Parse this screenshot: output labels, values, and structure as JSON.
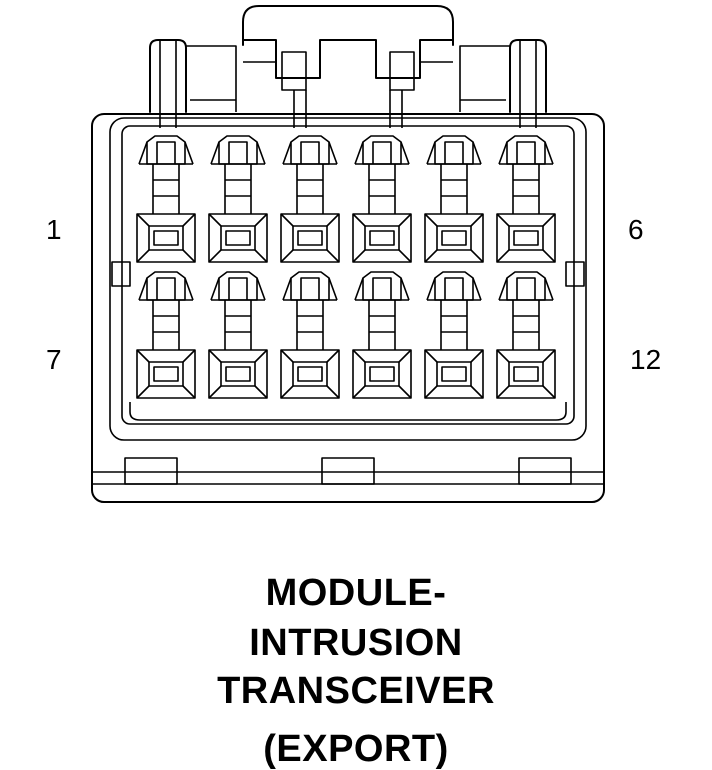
{
  "connector": {
    "rows": 2,
    "columns": 6,
    "pin_labels": {
      "top_left": "1",
      "top_right": "6",
      "bottom_left": "7",
      "bottom_right": "12"
    }
  },
  "caption": {
    "line1": "MODULE-",
    "line2": "INTRUSION",
    "line3": "TRANSCEIVER",
    "line4": "(EXPORT)"
  }
}
